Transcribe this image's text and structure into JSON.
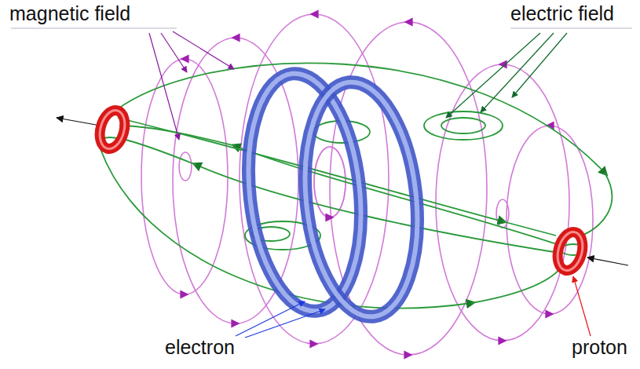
{
  "diagram": {
    "labels": [
      "magnetic field",
      "electric field",
      "electron",
      "proton"
    ]
  }
}
